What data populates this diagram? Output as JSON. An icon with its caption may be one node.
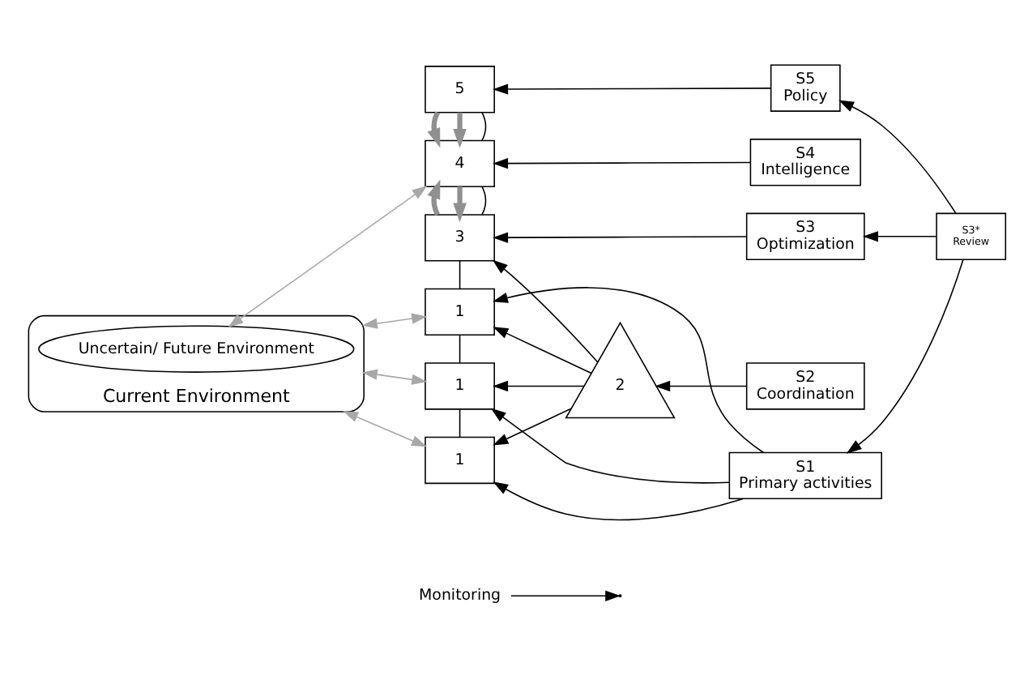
{
  "diagram": {
    "nodes": [
      {
        "text": [
          "Monitoring"
        ]
      },
      {
        "text": [
          "Current Environment"
        ]
      },
      {
        "text": [
          "Uncertain/ Future Environment"
        ],
        "in": 1
      },
      {
        "text": [
          "5"
        ]
      },
      {
        "text": [
          "4"
        ]
      },
      {
        "text": [
          "3"
        ]
      },
      {
        "text": [
          "2"
        ]
      },
      {
        "text": [
          "1"
        ]
      },
      {
        "text": [
          "1"
        ]
      },
      {
        "text": [
          "1"
        ]
      },
      {
        "text": [
          "S5",
          "Policy"
        ]
      },
      {
        "text": [
          "S4",
          "Intelligence"
        ]
      },
      {
        "text": [
          "S3",
          "Optimization"
        ]
      },
      {
        "text": [
          "S2",
          "Coordination"
        ]
      },
      {
        "text": [
          "S1",
          "Primary activities"
        ]
      },
      {
        "text": [
          "S3*",
          "Review"
        ]
      }
    ],
    "edges": [
      {
        "from": 0,
        "to": null,
        "arrow": "to"
      },
      {
        "from": 3,
        "to": 4,
        "arrow": "none"
      },
      {
        "from": 4,
        "to": 5,
        "arrow": "none"
      },
      {
        "from": 5,
        "to": 7,
        "arrow": "none"
      },
      {
        "from": 7,
        "to": 8,
        "arrow": "none"
      },
      {
        "from": 8,
        "to": 9,
        "arrow": "none"
      },
      {
        "from": 3,
        "to": 4,
        "arrow": "to",
        "style": "thick",
        "color": "#909090"
      },
      {
        "from": 3,
        "to": 4,
        "arrow": "to",
        "style": "thick",
        "color": "#909090"
      },
      {
        "from": 4,
        "to": 5,
        "arrow": "to",
        "style": "thick",
        "color": "#909090"
      },
      {
        "from": 5,
        "to": 4,
        "arrow": "to",
        "style": "thick",
        "color": "#909090"
      },
      {
        "from": 4,
        "to": 2,
        "arrow": "both",
        "color": "#a8a8a8"
      },
      {
        "from": 7,
        "to": 1,
        "arrow": "both",
        "color": "#a8a8a8"
      },
      {
        "from": 8,
        "to": 1,
        "arrow": "both",
        "color": "#a8a8a8"
      },
      {
        "from": 9,
        "to": 1,
        "arrow": "both",
        "color": "#a8a8a8"
      },
      {
        "from": 10,
        "to": 3,
        "arrow": "to"
      },
      {
        "from": 11,
        "to": 4,
        "arrow": "to"
      },
      {
        "from": 12,
        "to": 5,
        "arrow": "to"
      },
      {
        "from": 6,
        "to": 5,
        "arrow": "to"
      },
      {
        "from": 13,
        "to": 6,
        "arrow": "to"
      },
      {
        "from": 6,
        "to": 7,
        "arrow": "to"
      },
      {
        "from": 6,
        "to": 8,
        "arrow": "to"
      },
      {
        "from": 6,
        "to": 9,
        "arrow": "to"
      },
      {
        "from": 14,
        "to": 7,
        "arrow": "to"
      },
      {
        "from": 14,
        "to": 8,
        "arrow": "to"
      },
      {
        "from": 14,
        "to": 9,
        "arrow": "to"
      },
      {
        "from": 15,
        "to": 10,
        "arrow": "to"
      },
      {
        "from": 15,
        "to": 12,
        "arrow": "to"
      },
      {
        "from": 15,
        "to": 14,
        "arrow": "to"
      }
    ]
  }
}
